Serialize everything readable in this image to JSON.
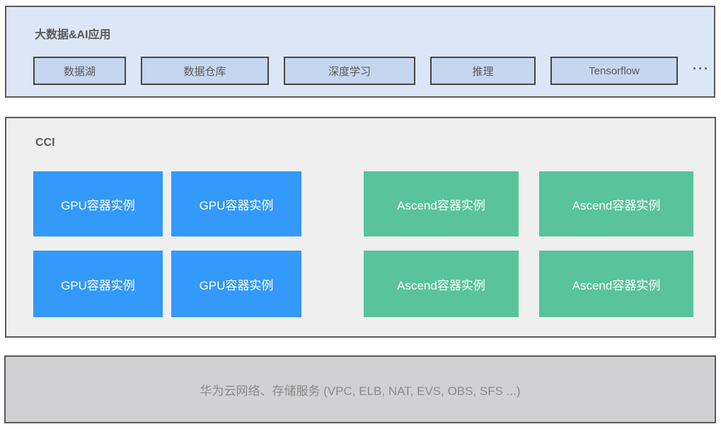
{
  "colors": {
    "app_panel_bg": "#dbe7f6",
    "app_item_bg": "#c6d6ee",
    "app_item_border": "#454545",
    "panel_border": "#595959",
    "cci_panel_bg": "#efefef",
    "gpu_box_bg": "#3399fa",
    "ascend_box_bg": "#58c39c",
    "infra_panel_bg": "#d1d1d3",
    "title_text": "#595959",
    "box_text_light": "#ffffff",
    "infra_text": "#8a8a8a"
  },
  "app_layer": {
    "title": "大数据&AI应用",
    "items": [
      {
        "label": "数据湖"
      },
      {
        "label": "数据仓库"
      },
      {
        "label": "深度学习"
      },
      {
        "label": "推理"
      },
      {
        "label": "Tensorflow"
      }
    ],
    "more_label": "···"
  },
  "cci_layer": {
    "title": "CCI",
    "instances": [
      {
        "label": "GPU容器实例",
        "type": "gpu"
      },
      {
        "label": "GPU容器实例",
        "type": "gpu"
      },
      {
        "label": "Ascend容器实例",
        "type": "ascend"
      },
      {
        "label": "Ascend容器实例",
        "type": "ascend"
      },
      {
        "label": "GPU容器实例",
        "type": "gpu"
      },
      {
        "label": "GPU容器实例",
        "type": "gpu"
      },
      {
        "label": "Ascend容器实例",
        "type": "ascend"
      },
      {
        "label": "Ascend容器实例",
        "type": "ascend"
      }
    ]
  },
  "infra_layer": {
    "label": "华为云网络、存储服务 (VPC, ELB, NAT, EVS, OBS, SFS ...)"
  }
}
